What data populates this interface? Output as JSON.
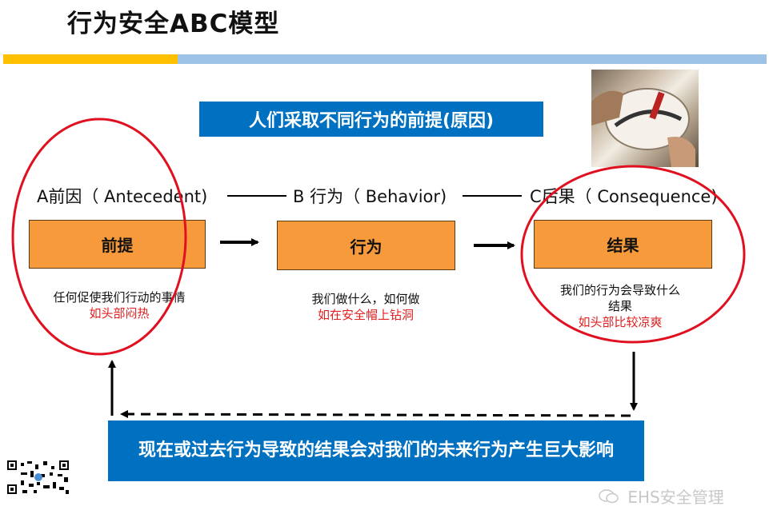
{
  "title": "行为安全ABC模型",
  "top_banner": "人们采取不同行为的前提(原因)",
  "stages": {
    "a_label": "A前因（ Antecedent)",
    "b_label": "B 行为（ Behavior)",
    "c_label": "C后果（ Consequence)",
    "a_box": "前提",
    "b_box": "行为",
    "c_box": "结果",
    "a_desc": "任何促使我们行动的事情",
    "a_example": "如头部闷热",
    "b_desc": "我们做什么，如何做",
    "b_example": "如在安全帽上钻洞",
    "c_desc_line1": "我们的行为会导致什么",
    "c_desc_line2": "结果",
    "c_example": "如头部比较凉爽"
  },
  "bottom_banner": "现在或过去行为导致的结果会对我们的未来行为产生巨大影响",
  "watermark": "EHS安全管理",
  "colors": {
    "accent_blue": "#0070C0",
    "box_orange": "#F79A3B",
    "highlight_red": "#E02020",
    "bar_yellow": "#FFC000",
    "bar_blue": "#9DC3E6"
  }
}
